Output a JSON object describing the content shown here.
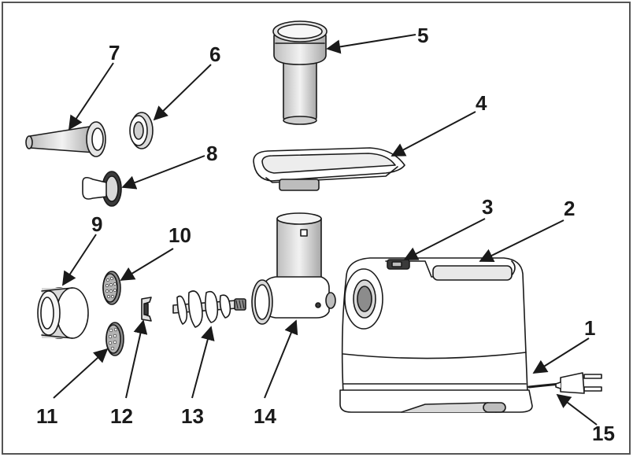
{
  "diagram": {
    "callouts": [
      {
        "id": "1",
        "label": "1"
      },
      {
        "id": "2",
        "label": "2"
      },
      {
        "id": "3",
        "label": "3"
      },
      {
        "id": "4",
        "label": "4"
      },
      {
        "id": "5",
        "label": "5"
      },
      {
        "id": "6",
        "label": "6"
      },
      {
        "id": "7",
        "label": "7"
      },
      {
        "id": "8",
        "label": "8"
      },
      {
        "id": "9",
        "label": "9"
      },
      {
        "id": "10",
        "label": "10"
      },
      {
        "id": "11",
        "label": "11"
      },
      {
        "id": "12",
        "label": "12"
      },
      {
        "id": "13",
        "label": "13"
      },
      {
        "id": "14",
        "label": "14"
      },
      {
        "id": "15",
        "label": "15"
      }
    ]
  },
  "colors": {
    "stroke": "#1a1a1a",
    "fill_light": "#ffffff",
    "fill_shade": "#d9d9d9",
    "fill_dark": "#8c8c8c",
    "border": "#555555"
  }
}
